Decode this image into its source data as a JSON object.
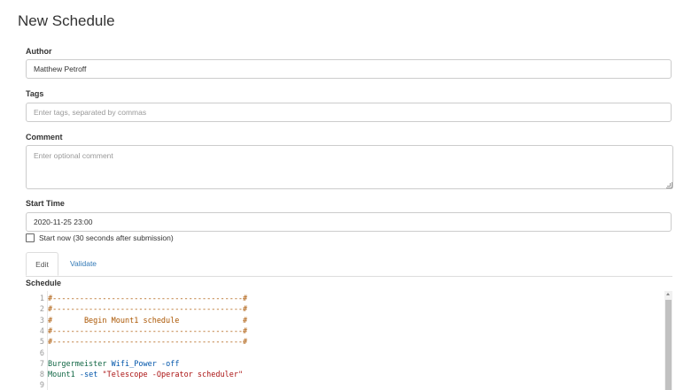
{
  "page": {
    "title": "New Schedule"
  },
  "form": {
    "author": {
      "label": "Author",
      "value": "Matthew Petroff"
    },
    "tags": {
      "label": "Tags",
      "placeholder": "Enter tags, separated by commas"
    },
    "comment": {
      "label": "Comment",
      "placeholder": "Enter optional comment"
    },
    "start_time": {
      "label": "Start Time",
      "value": "2020-11-25 23:00"
    },
    "start_now": {
      "label": "Start now (30 seconds after submission)",
      "checked": false
    }
  },
  "tabs": [
    {
      "label": "Edit",
      "active": true
    },
    {
      "label": "Validate",
      "active": false
    }
  ],
  "schedule": {
    "label": "Schedule",
    "lines": [
      {
        "n": "1",
        "tokens": [
          {
            "t": "#------------------------------------------#",
            "c": "comment"
          }
        ]
      },
      {
        "n": "2",
        "tokens": [
          {
            "t": "#------------------------------------------#",
            "c": "comment"
          }
        ]
      },
      {
        "n": "3",
        "tokens": [
          {
            "t": "#       Begin Mount1 schedule              #",
            "c": "comment"
          }
        ]
      },
      {
        "n": "4",
        "tokens": [
          {
            "t": "#------------------------------------------#",
            "c": "comment"
          }
        ]
      },
      {
        "n": "5",
        "tokens": [
          {
            "t": "#------------------------------------------#",
            "c": "comment"
          }
        ]
      },
      {
        "n": "6",
        "tokens": []
      },
      {
        "n": "7",
        "tokens": [
          {
            "t": "Burgermeister",
            "c": "kw"
          },
          {
            "t": " ",
            "c": "text"
          },
          {
            "t": "Wifi_Power",
            "c": "var"
          },
          {
            "t": " ",
            "c": "text"
          },
          {
            "t": "-off",
            "c": "var"
          }
        ]
      },
      {
        "n": "8",
        "tokens": [
          {
            "t": "Mount1",
            "c": "kw"
          },
          {
            "t": " ",
            "c": "text"
          },
          {
            "t": "-set",
            "c": "var"
          },
          {
            "t": " ",
            "c": "text"
          },
          {
            "t": "\"Telescope -Operator scheduler\"",
            "c": "str"
          }
        ]
      },
      {
        "n": "9",
        "tokens": []
      }
    ]
  }
}
